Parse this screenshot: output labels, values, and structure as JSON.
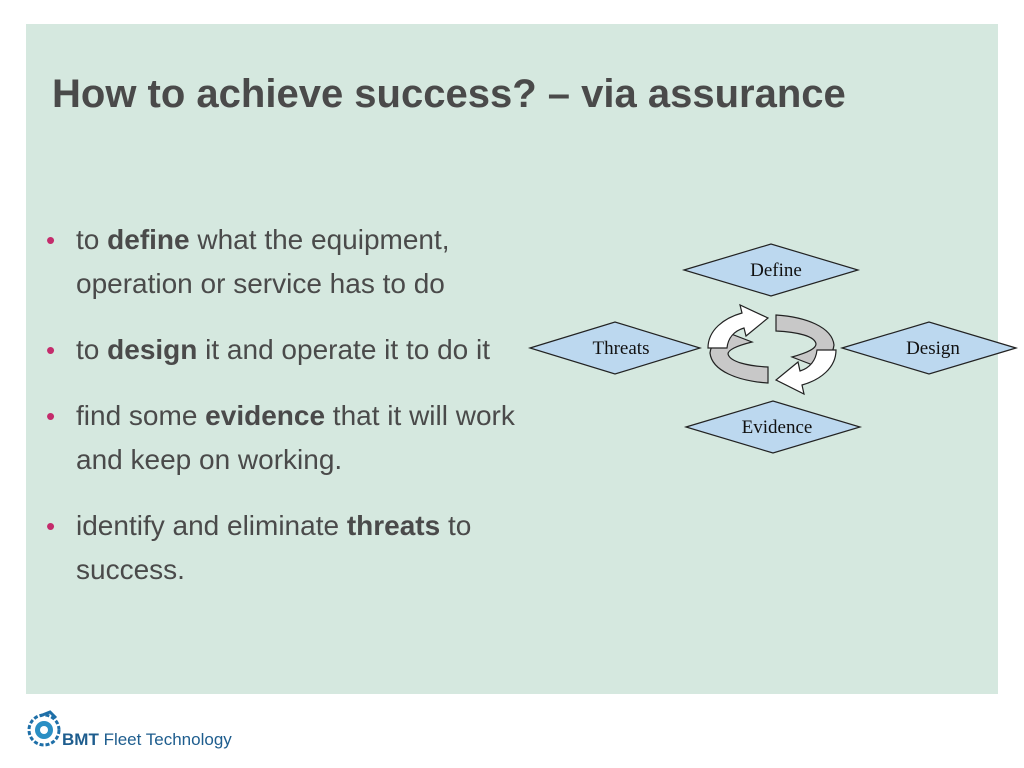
{
  "slide": {
    "title": "How to achieve success? – via assurance",
    "bullets": [
      {
        "pre": "to ",
        "bold": "define",
        "post": " what the equipment, operation or service has to do"
      },
      {
        "pre": "to ",
        "bold": "design",
        "post": " it and operate it to do it"
      },
      {
        "pre": "find some ",
        "bold": "evidence",
        "post": " that it will work and keep on working."
      },
      {
        "pre": "identify and eliminate ",
        "bold": "threats",
        "post": " to success."
      }
    ]
  },
  "diagram": {
    "nodes": {
      "define": "Define",
      "design": "Design",
      "evidence": "Evidence",
      "threats": "Threats"
    }
  },
  "footer": {
    "logo_brand": "BMT",
    "logo_name": "Fleet Technology"
  },
  "colors": {
    "background": "#d5e8df",
    "diamond_fill": "#bcd8ef",
    "text": "#4a4a4a",
    "bullet": "#c42c6c",
    "logo": "#1e5d8e"
  }
}
